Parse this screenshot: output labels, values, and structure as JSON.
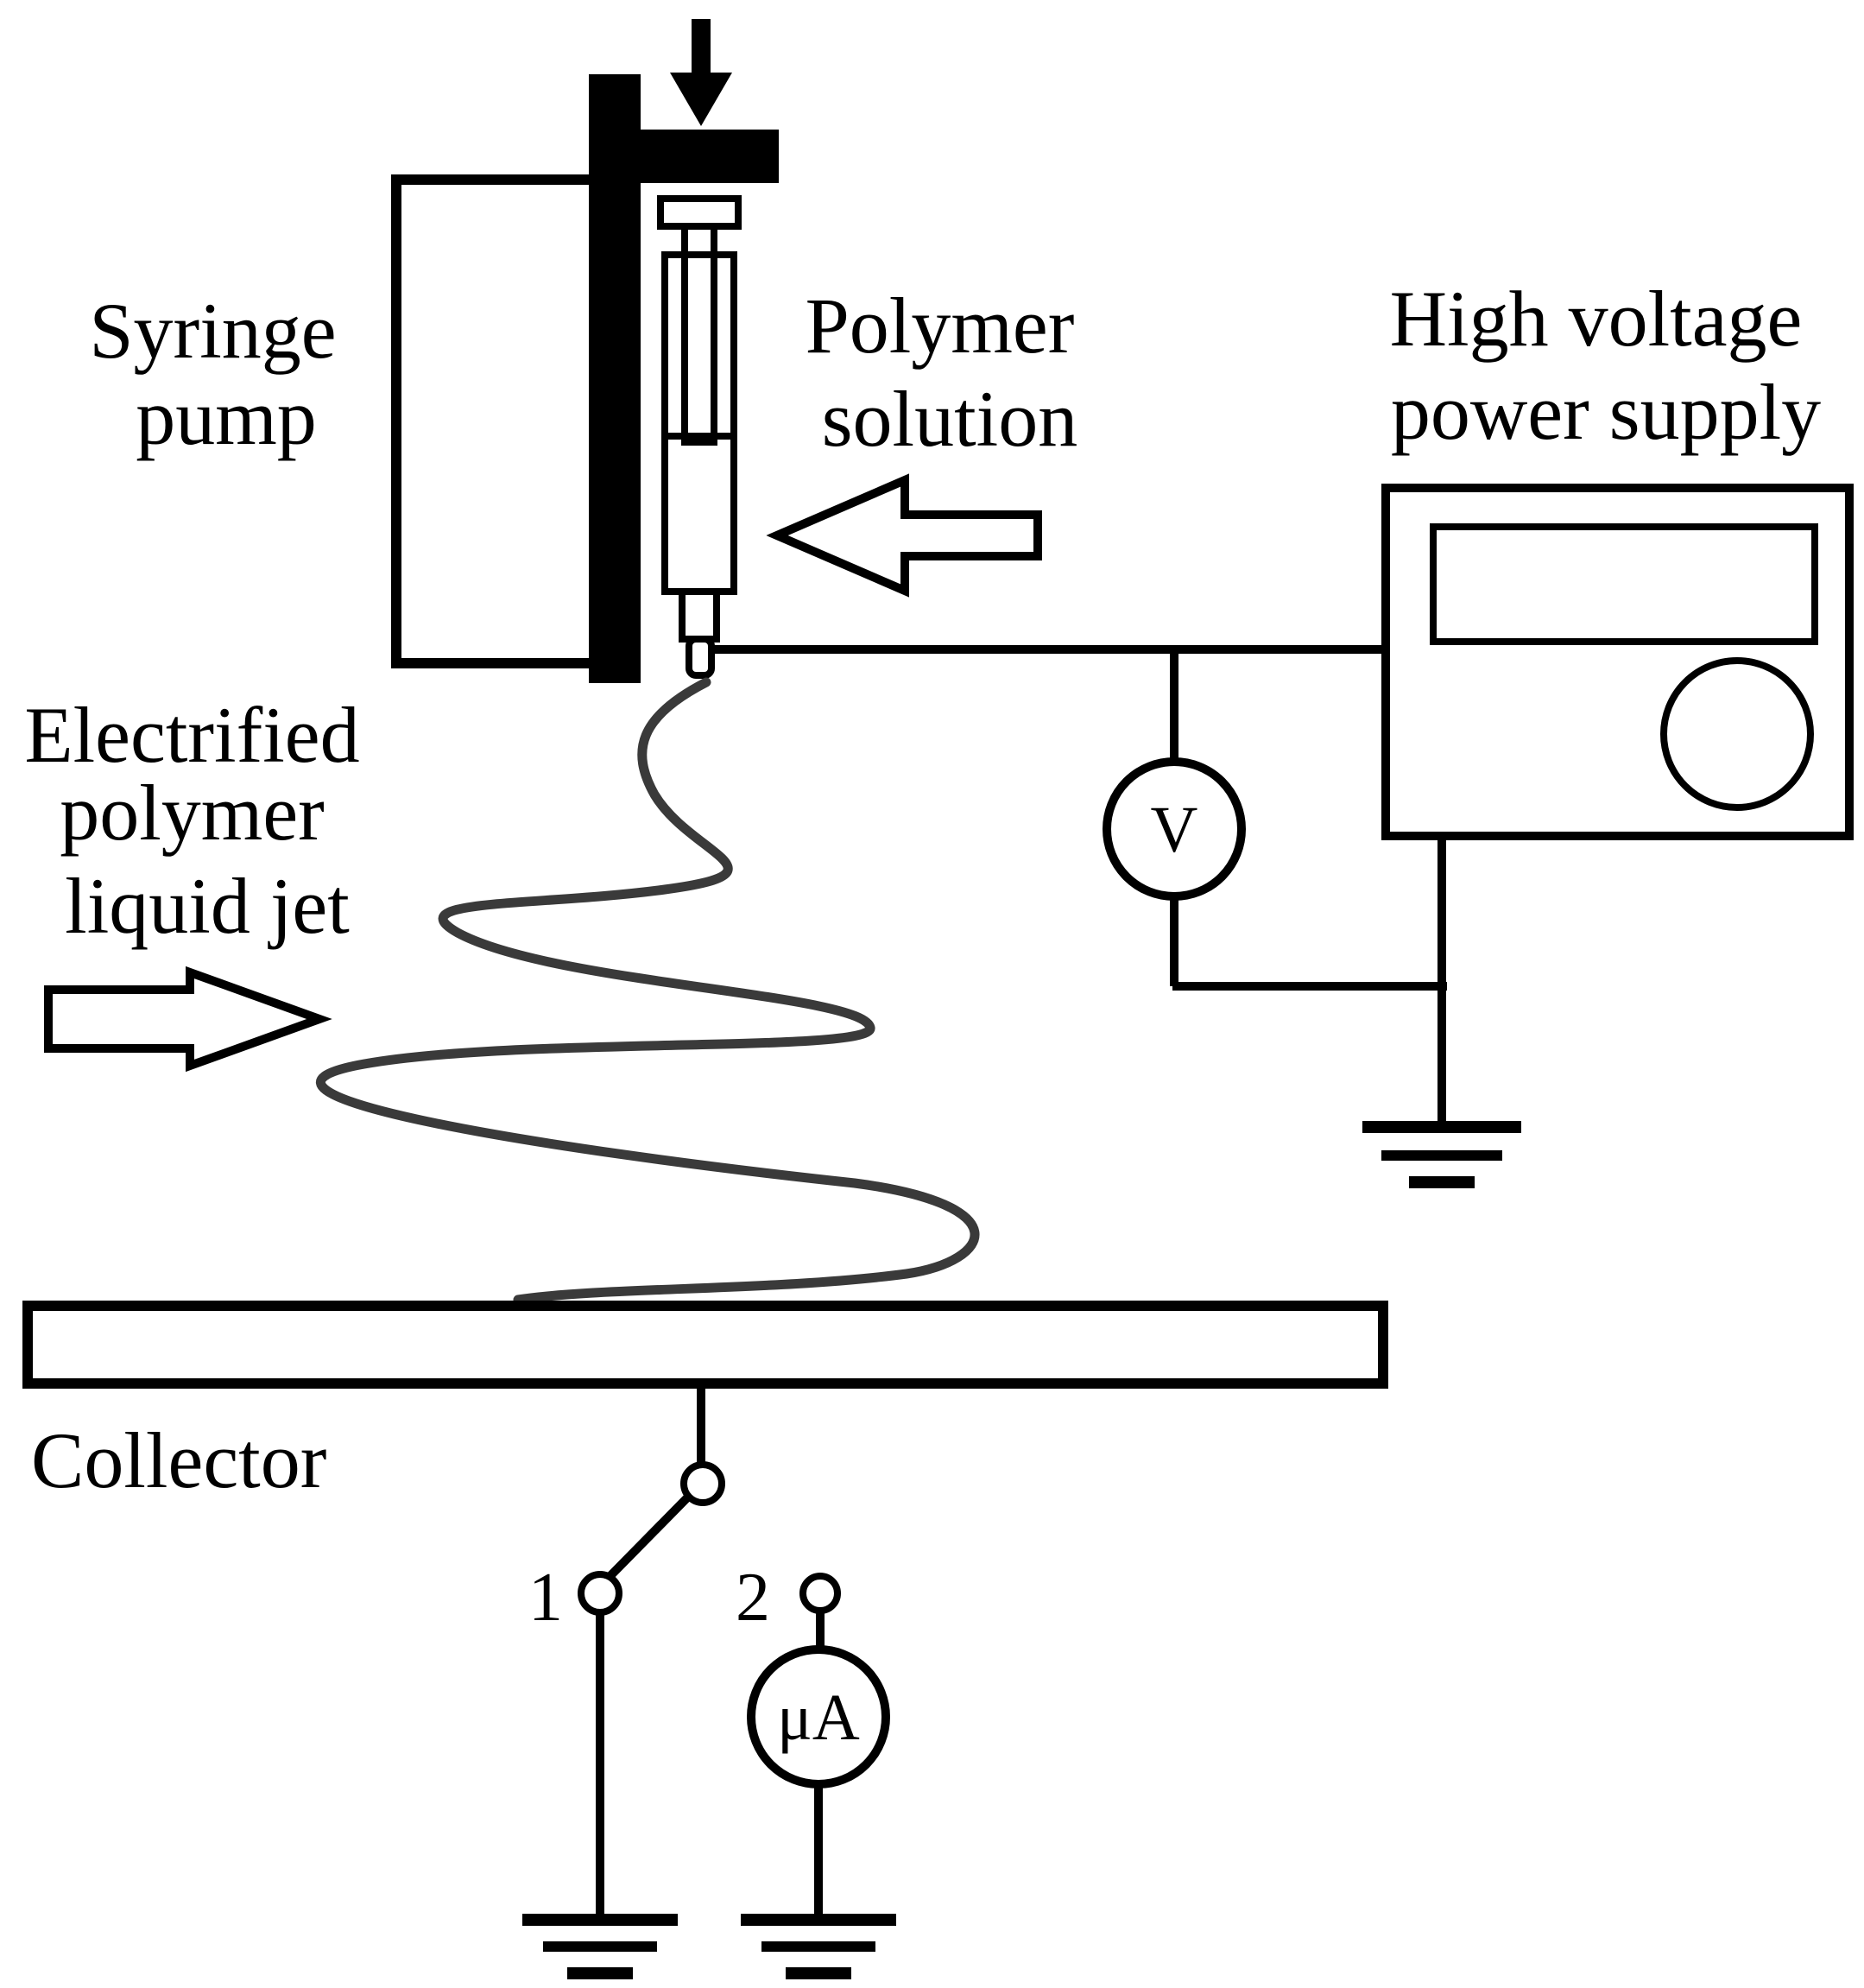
{
  "labels": {
    "syringe_pump": [
      "Syringe",
      "pump"
    ],
    "polymer_solution": [
      "Polymer",
      "solution"
    ],
    "power_supply": [
      "High voltage",
      "power supply"
    ],
    "jet": [
      "Electrified",
      "polymer",
      "liquid jet"
    ],
    "collector": "Collector",
    "switch_pos_1": "1",
    "switch_pos_2": "2",
    "voltmeter": "V",
    "microammeter": "μA"
  },
  "colors": {
    "ink": "#000000",
    "jet": "#3a3a3a",
    "background": "#ffffff"
  }
}
